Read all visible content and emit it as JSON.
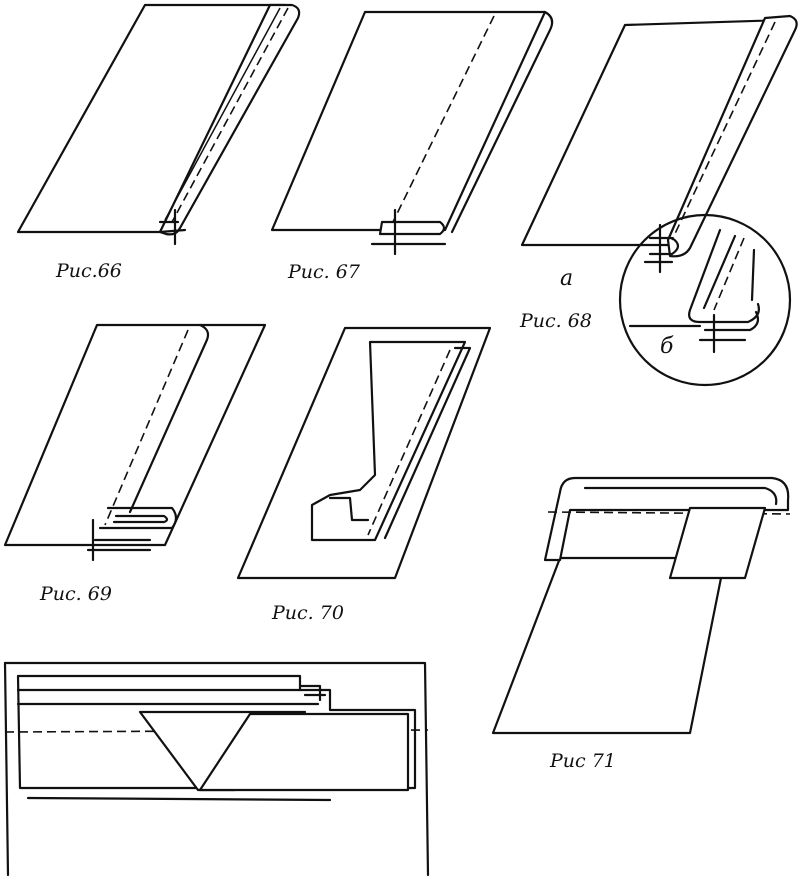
{
  "figures": {
    "fig66": {
      "caption": "Рис.66"
    },
    "fig67": {
      "caption": "Рис. 67"
    },
    "fig68": {
      "caption": "Рис. 68",
      "sub_a": "а",
      "sub_b": "б"
    },
    "fig69": {
      "caption": "Рис. 69"
    },
    "fig70": {
      "caption": "Рис. 70"
    },
    "fig71": {
      "caption": "Рис 71"
    }
  },
  "colors": {
    "ink": "#111111",
    "paper": "#ffffff"
  }
}
